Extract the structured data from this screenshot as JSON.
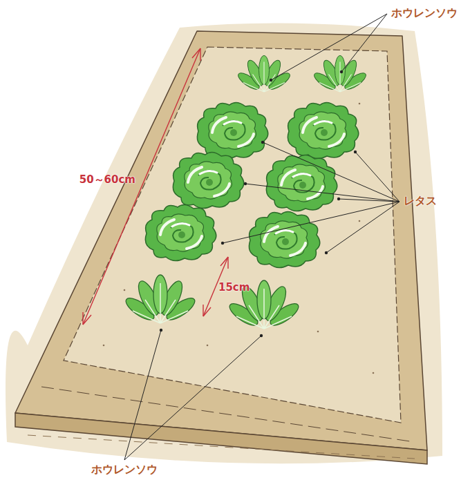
{
  "diagram": {
    "labels": [
      "ホウレンソウ",
      "レタス",
      "ホウレンソウ",
      "50～60cm",
      "15cm"
    ]
  }
}
